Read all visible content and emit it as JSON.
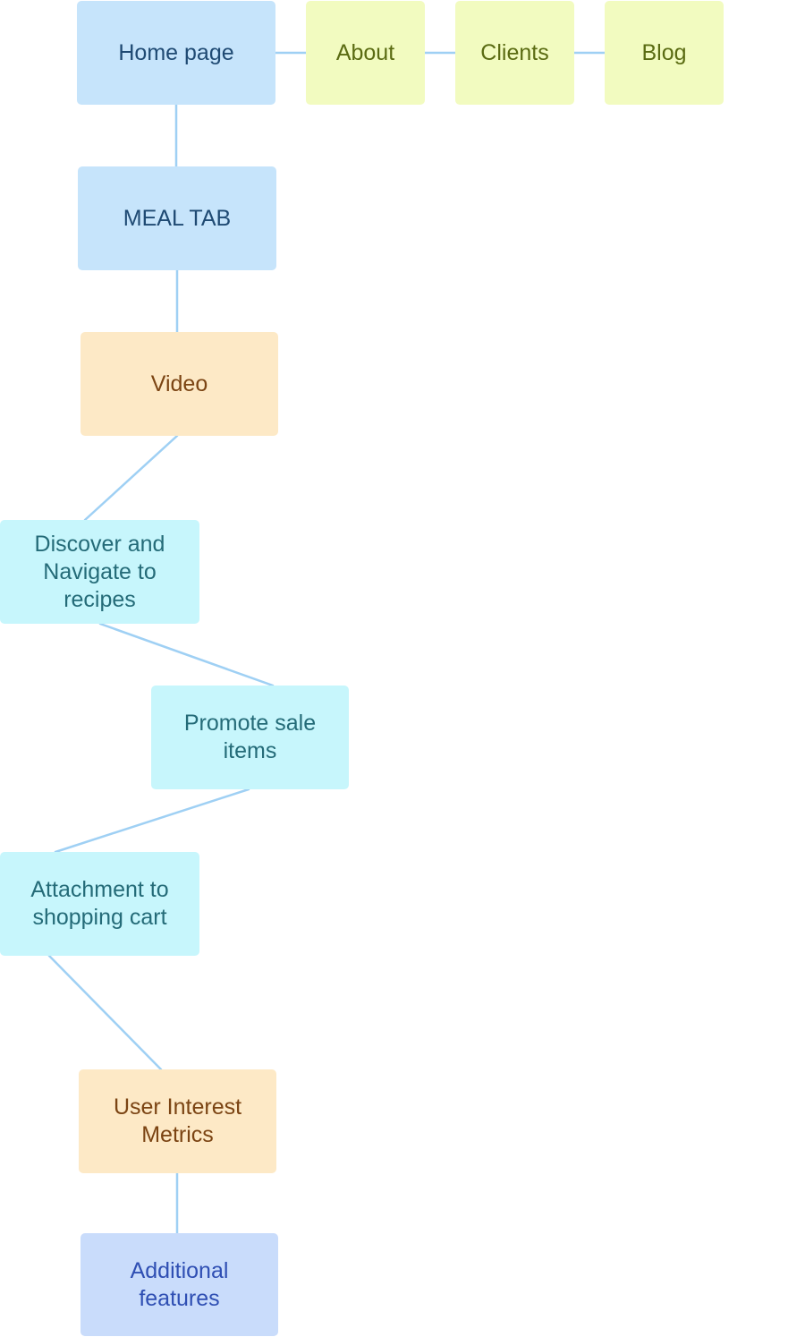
{
  "diagram": {
    "nodes": {
      "home": {
        "label": "Home page"
      },
      "about": {
        "label": "About"
      },
      "clients": {
        "label": "Clients"
      },
      "blog": {
        "label": "Blog"
      },
      "meal": {
        "label": "MEAL TAB"
      },
      "video": {
        "label": "Video"
      },
      "discover": {
        "label": "Discover and Navigate to recipes"
      },
      "promote": {
        "label": "Promote sale items"
      },
      "attach": {
        "label": "Attachment to shopping cart"
      },
      "metrics": {
        "label": "User Interest Metrics"
      },
      "extra": {
        "label": "Additional features"
      }
    },
    "edges": [
      [
        "home",
        "about"
      ],
      [
        "about",
        "clients"
      ],
      [
        "clients",
        "blog"
      ],
      [
        "home",
        "meal"
      ],
      [
        "meal",
        "video"
      ],
      [
        "video",
        "discover"
      ],
      [
        "discover",
        "promote"
      ],
      [
        "promote",
        "attach"
      ],
      [
        "attach",
        "metrics"
      ],
      [
        "metrics",
        "extra"
      ]
    ],
    "colors": {
      "connector": "#9fd0f4",
      "blue": "#c6e4fb",
      "lime": "#f2fbc0",
      "orange": "#fde9c6",
      "cyan": "#c7f6fc",
      "indigo": "#c9dcfb"
    }
  }
}
